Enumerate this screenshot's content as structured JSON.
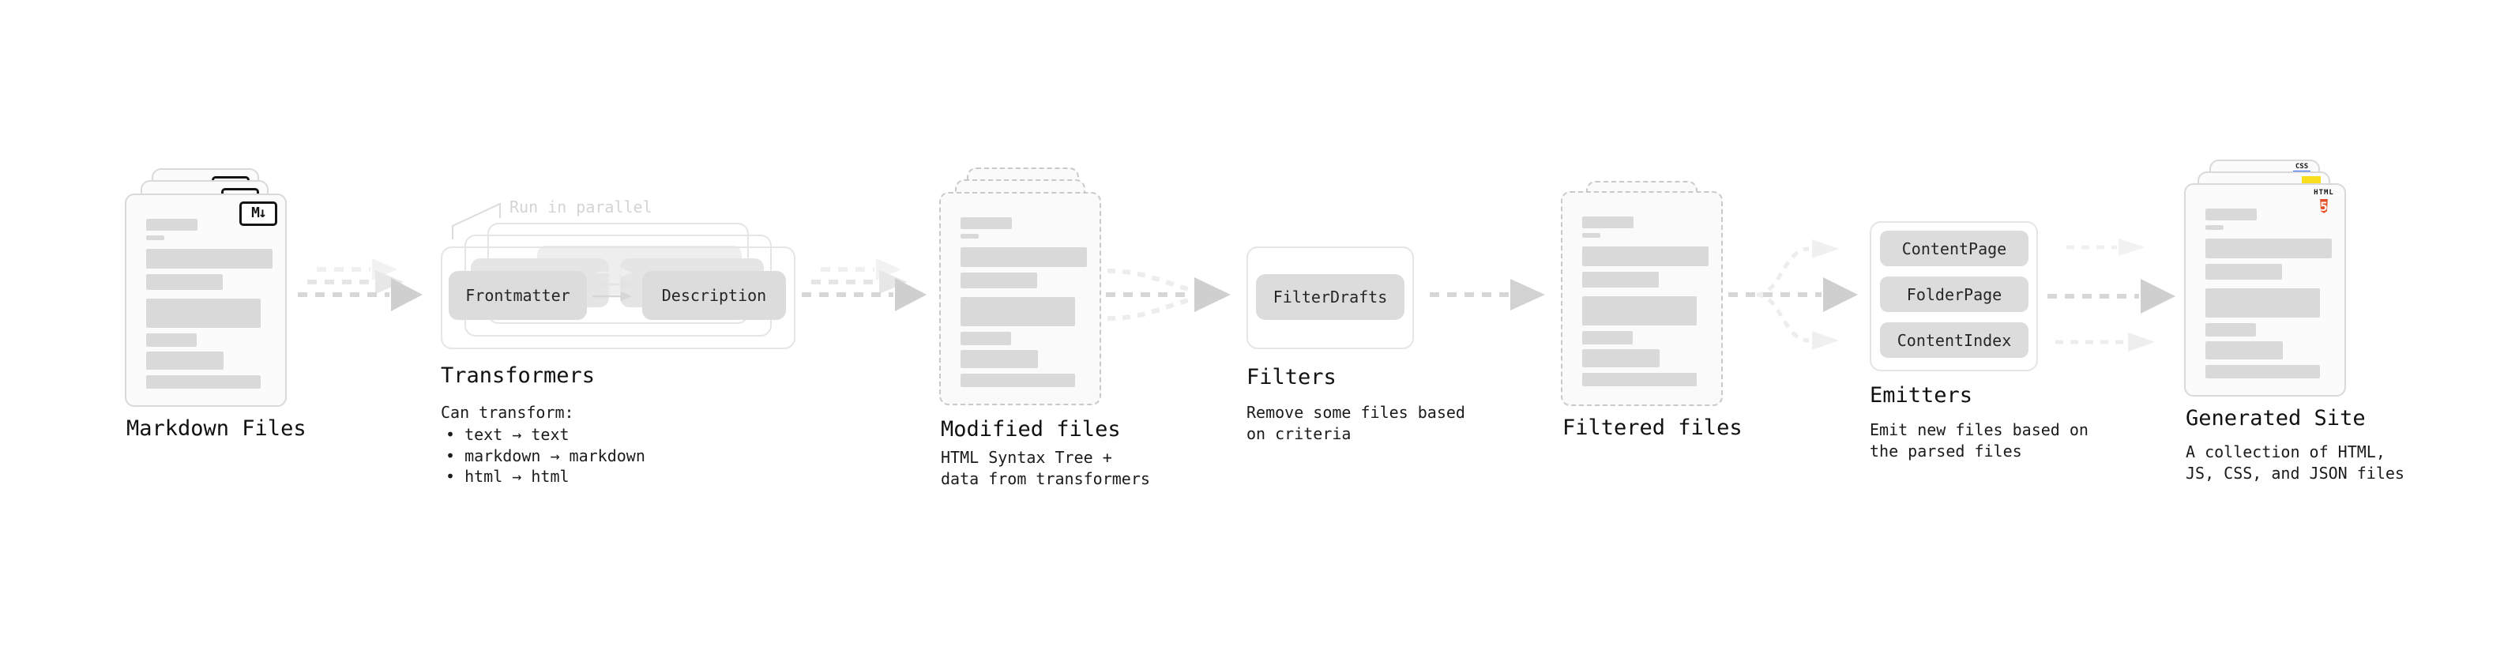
{
  "diagram_title_implicit": "Static site generation pipeline",
  "nodes": {
    "markdown": {
      "title": "Markdown Files",
      "icon_label": "M↓"
    },
    "transformers": {
      "annotation": "Run in parallel",
      "plugin_from": "Frontmatter",
      "plugin_to": "Description",
      "title": "Transformers",
      "desc_heading": "Can transform:",
      "bullets": [
        "• text → text",
        "• markdown → markdown",
        "• html → html"
      ]
    },
    "modified": {
      "title": "Modified files",
      "desc": [
        "HTML Syntax Tree +",
        "data from transformers"
      ]
    },
    "filters": {
      "plugin": "FilterDrafts",
      "title": "Filters",
      "desc": [
        "Remove some files based",
        "on criteria"
      ]
    },
    "filtered": {
      "title": "Filtered files"
    },
    "emitters": {
      "plugins": [
        "ContentPage",
        "FolderPage",
        "ContentIndex"
      ],
      "title": "Emitters",
      "desc": [
        "Emit new files based on",
        "the parsed files"
      ]
    },
    "generated": {
      "title": "Generated Site",
      "desc": [
        "A collection of HTML,",
        "JS, CSS, and JSON files"
      ],
      "css_badge_label": "CSS",
      "html5_label": "HTML",
      "html5_number": "5"
    }
  },
  "colors": {
    "background": "#ffffff",
    "card_fill": "#fbfbfb",
    "card_border": "#d9d9d9",
    "dashed_border": "#c9c9c9",
    "placeholder_bar": "#d9d9d9",
    "plugin_fill": "#dcdcdc",
    "arrow_front": "#cfcfcf",
    "arrow_ghost": "#ededed",
    "annotation_gray": "#d4d4d4",
    "html5_orange": "#e44d26",
    "js_yellow": "#f7df1e",
    "css_blue": "#2965f1"
  }
}
